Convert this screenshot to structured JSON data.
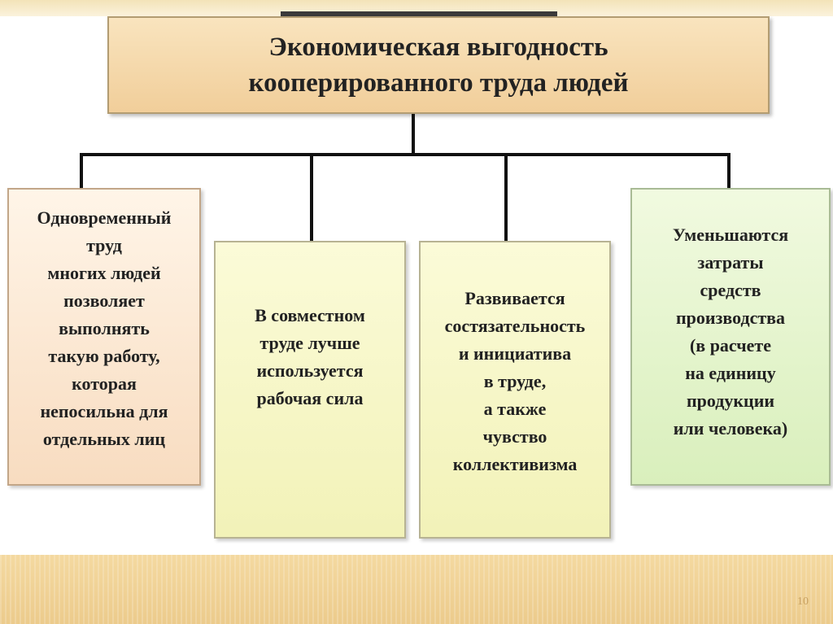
{
  "diagram": {
    "title": "Экономическая выгодность\nкооперированного труда людей",
    "boxes": [
      "Одновременный\nтруд\nмногих людей\nпозволяет\nвыполнять\nтакую работу,\nкоторая\nнепосильна для\nотдельных лиц",
      "В совместном\nтруде  лучше\nиспользуется\nрабочая сила",
      "Развивается\nсостязательность\nи инициатива\nв труде,\nа также\nчувство\nколлективизма",
      "Уменьшаются\nзатраты\nсредств\nпроизводства\n(в расчете\nна единицу\nпродукции\nили человека)"
    ]
  },
  "page_number": "10",
  "colors": {
    "title_fill": "#f4d6a6",
    "box1_fill": "#fbe8d4",
    "box_middle_fill": "#f6f6c6",
    "box4_fill": "#e4f4cc",
    "connector": "#111111",
    "band": "#efd196"
  }
}
